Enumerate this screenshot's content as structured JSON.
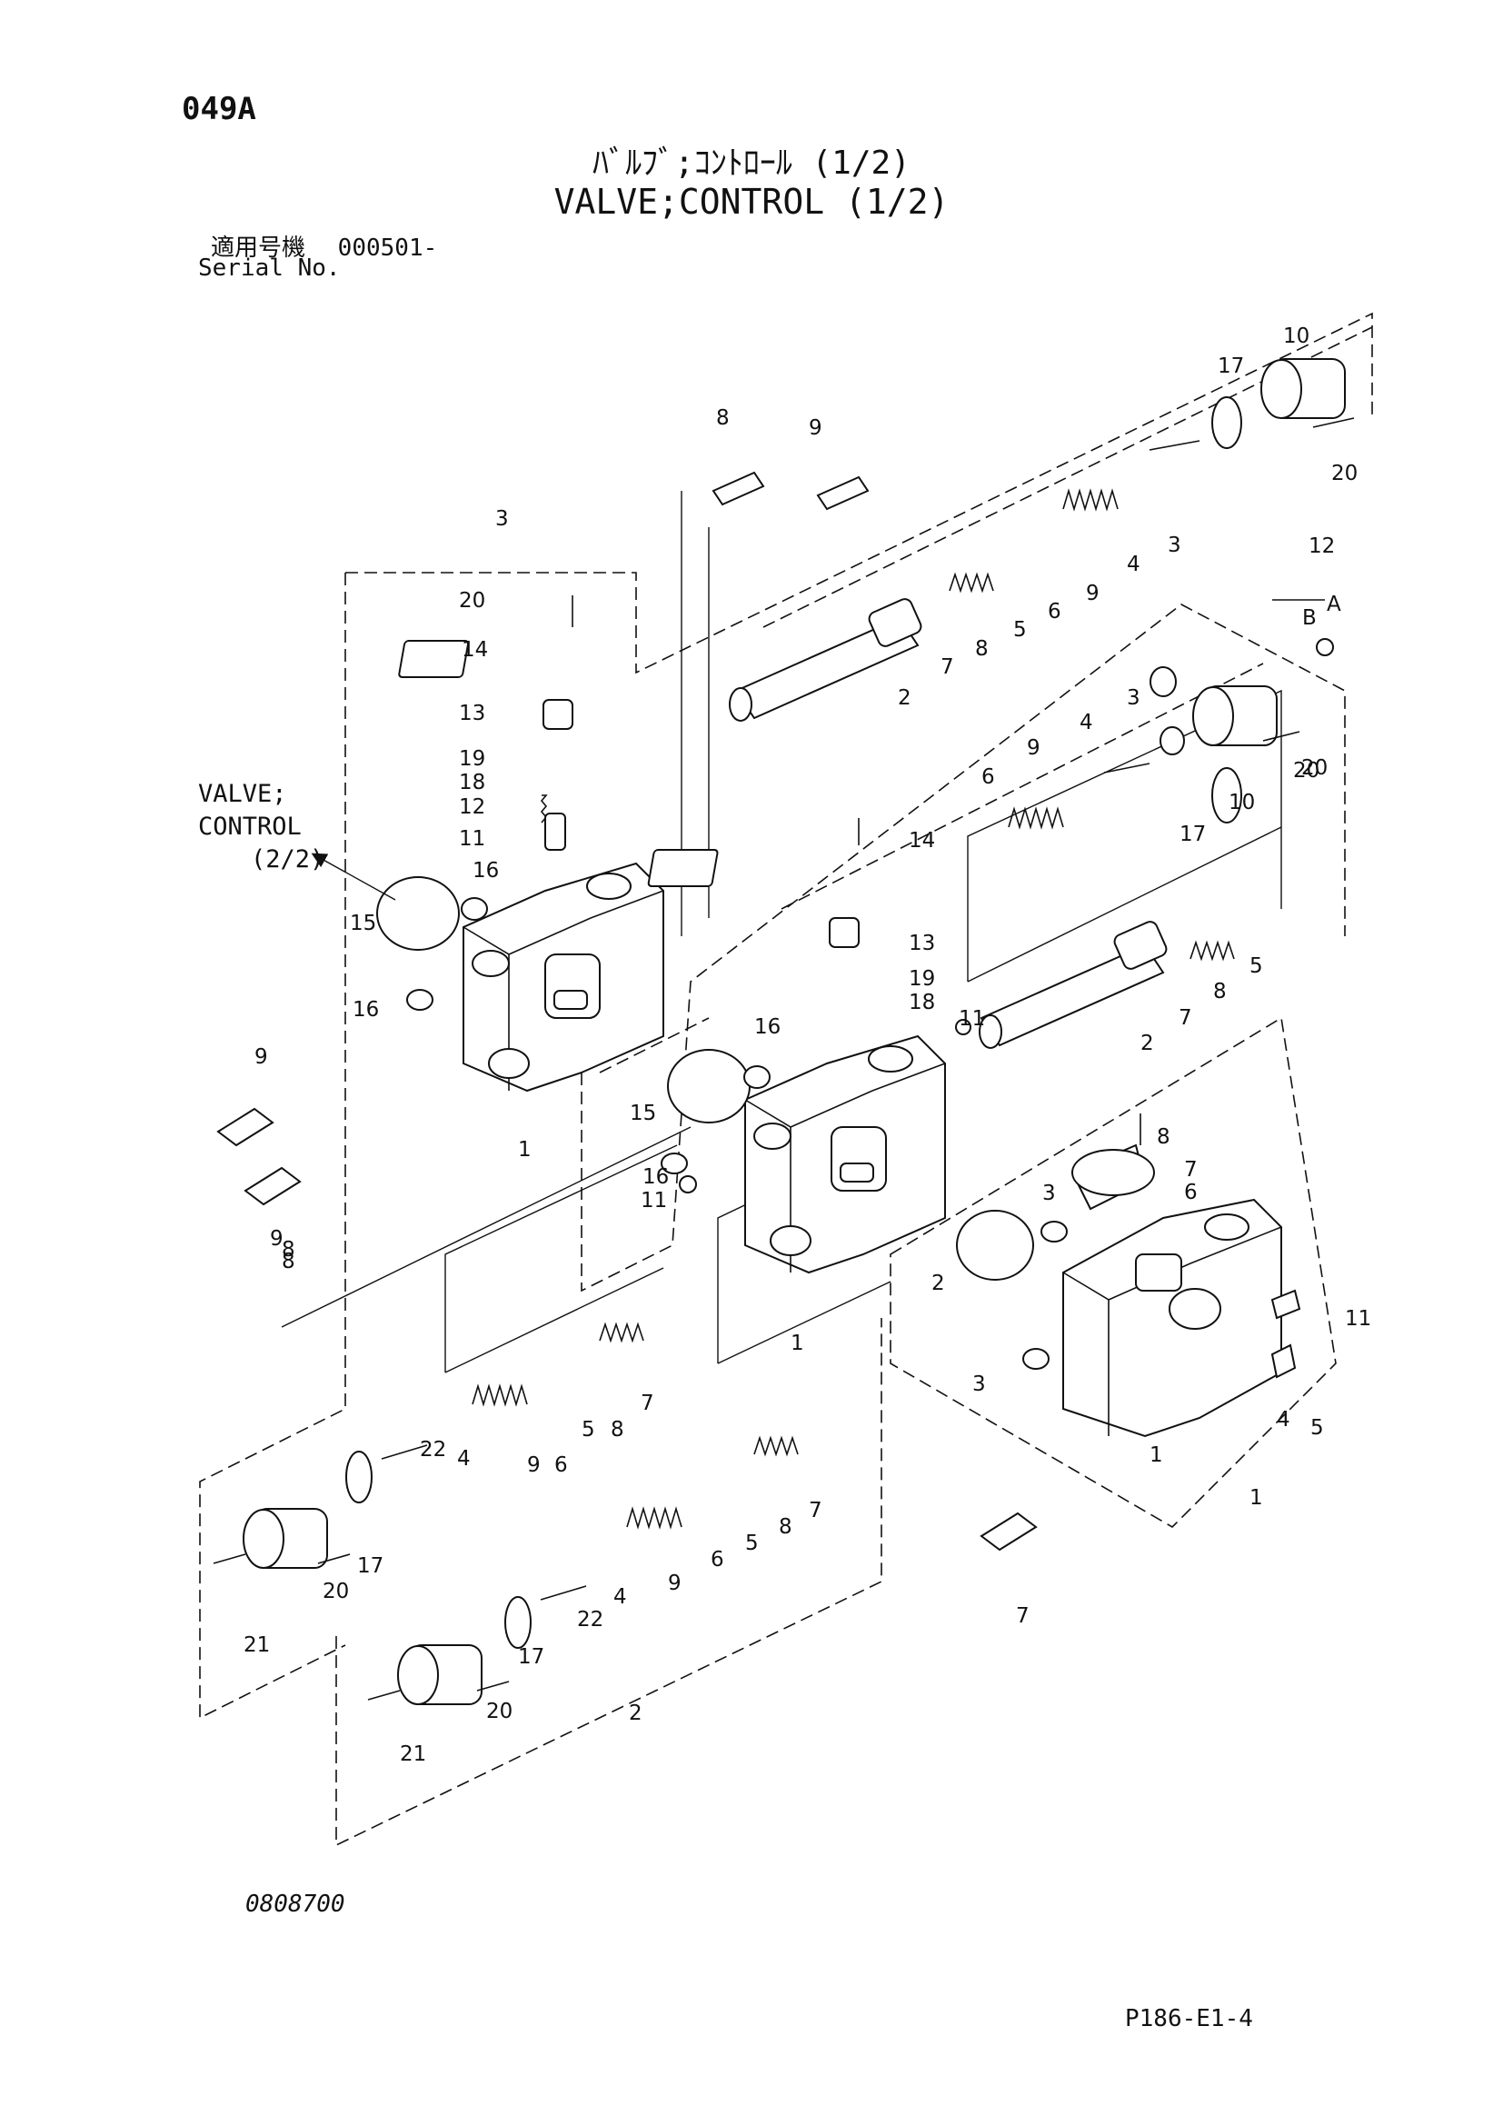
{
  "header": {
    "page_code": "049A",
    "title_jp": "ﾊﾞﾙﾌﾞ;ｺﾝﾄﾛｰﾙ (1/2)",
    "title_en": "VALVE;CONTROL (1/2)",
    "serial_label_jp": "適用号機",
    "serial_value": "000501-",
    "serial_label_en": "Serial No."
  },
  "cross_reference": {
    "line1": "VALVE;",
    "line2": "CONTROL",
    "line3": "(2/2)"
  },
  "footer": {
    "drawing_number": "0808700",
    "sheet_code": "P186-E1-4"
  },
  "callouts": {
    "left_group": [
      "3",
      "20",
      "14",
      "13",
      "19",
      "18",
      "12",
      "11",
      "16",
      "15",
      "16",
      "9",
      "8",
      "1",
      "8",
      "9",
      "22",
      "4",
      "9",
      "6",
      "5",
      "8",
      "7",
      "17",
      "20",
      "21"
    ],
    "top_spool": [
      "8",
      "9",
      "10",
      "17",
      "20",
      "3",
      "4",
      "9",
      "6",
      "5",
      "8",
      "7",
      "2"
    ],
    "middle_group": [
      "12",
      "B",
      "A",
      "3",
      "4",
      "9",
      "6",
      "20",
      "17",
      "10",
      "20",
      "14",
      "13",
      "19",
      "18",
      "11",
      "16",
      "15",
      "16",
      "11",
      "1",
      "2",
      "7",
      "8",
      "5"
    ],
    "right_group": [
      "8",
      "7",
      "6",
      "3",
      "2",
      "11",
      "3",
      "4",
      "5",
      "1",
      "1",
      "7"
    ],
    "bottom_group": [
      "7",
      "8",
      "5",
      "6",
      "9",
      "4",
      "22",
      "17",
      "20",
      "21",
      "2"
    ]
  }
}
